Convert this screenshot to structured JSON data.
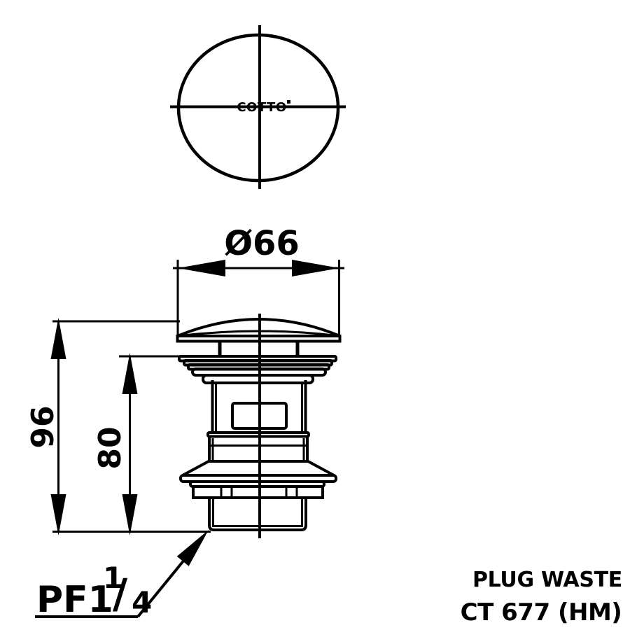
{
  "drawing": {
    "brand": "COTTO",
    "brand_mark": "▪",
    "product": {
      "name": "PLUG WASTE",
      "code": "CT 677 (HM)"
    },
    "dimensions": {
      "diameter": "Ø66",
      "overall_height": "96",
      "body_height": "80",
      "thread_size": {
        "prefix": "PF1",
        "numerator": "1",
        "slash": "/",
        "denominator": "4"
      }
    },
    "colors": {
      "line": "#000000",
      "background": "#ffffff"
    }
  }
}
